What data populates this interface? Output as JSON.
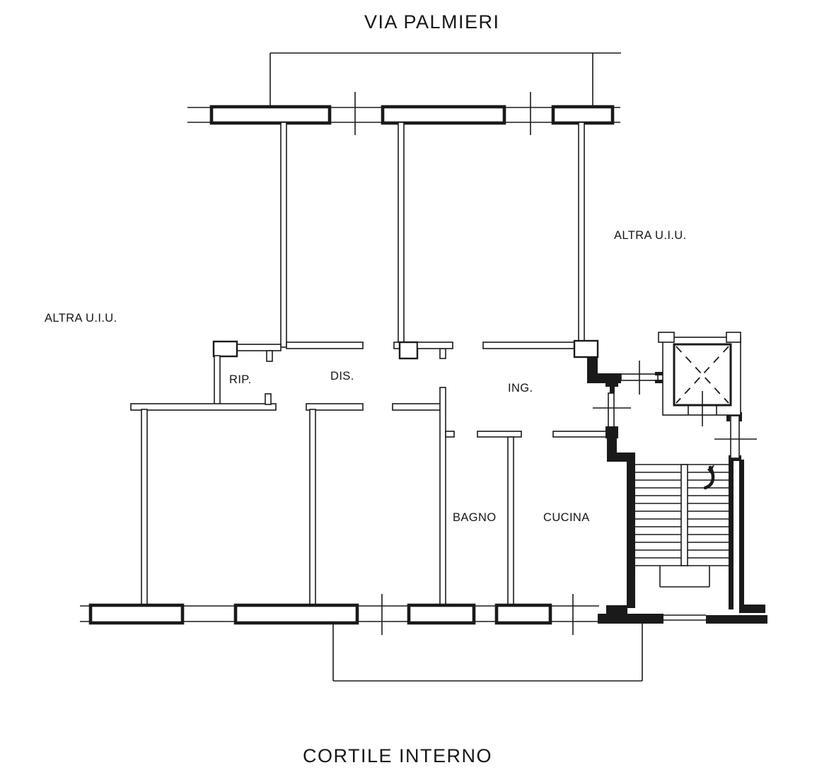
{
  "plan": {
    "street_label": "VIA PALMIERI",
    "courtyard_label": "CORTILE INTERNO",
    "rooms": {
      "rip": "RIP.",
      "dis": "DIS.",
      "ing": "ING.",
      "bagno": "BAGNO",
      "cucina": "CUCINA"
    },
    "adjacent_units": {
      "left": "ALTRA U.I.U.",
      "right": "ALTRA U.I.U."
    }
  }
}
